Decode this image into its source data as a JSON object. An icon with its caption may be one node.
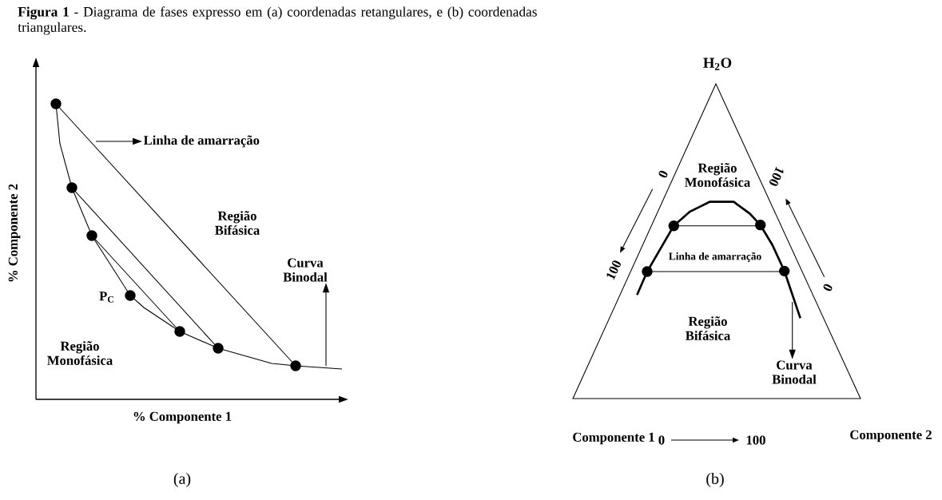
{
  "diagram": {
    "title": "**Figura 1** - Diagrama de fases expresso em (a) coordenadas retangulares, e (b) coordenadas triangulares.",
    "nodes": [
      {
        "text": [
          "Linha de amarração"
        ]
      },
      {
        "text": [
          "Curva Binodal"
        ]
      },
      {
        "text": [
          "Curva Binodal"
        ]
      }
    ],
    "edges": [
      {
        "from": null,
        "to": 0,
        "arrow": "to"
      },
      {
        "from": null,
        "to": 1,
        "arrow": "to"
      },
      {
        "from": null,
        "to": 2,
        "arrow": "to"
      }
    ],
    "labels": [
      "% Componente 2",
      "Região Bifásica",
      "P$_{C}$",
      "Região Monofásica",
      "% Componente 1",
      "(a)",
      "H$_{2}$O",
      "Região Monofásica",
      "0",
      "100",
      "Linha de amarração",
      "100",
      "0",
      "Região Bifásica",
      "Componente 1",
      "0",
      "100",
      "Componente 2",
      "(b)"
    ]
  }
}
